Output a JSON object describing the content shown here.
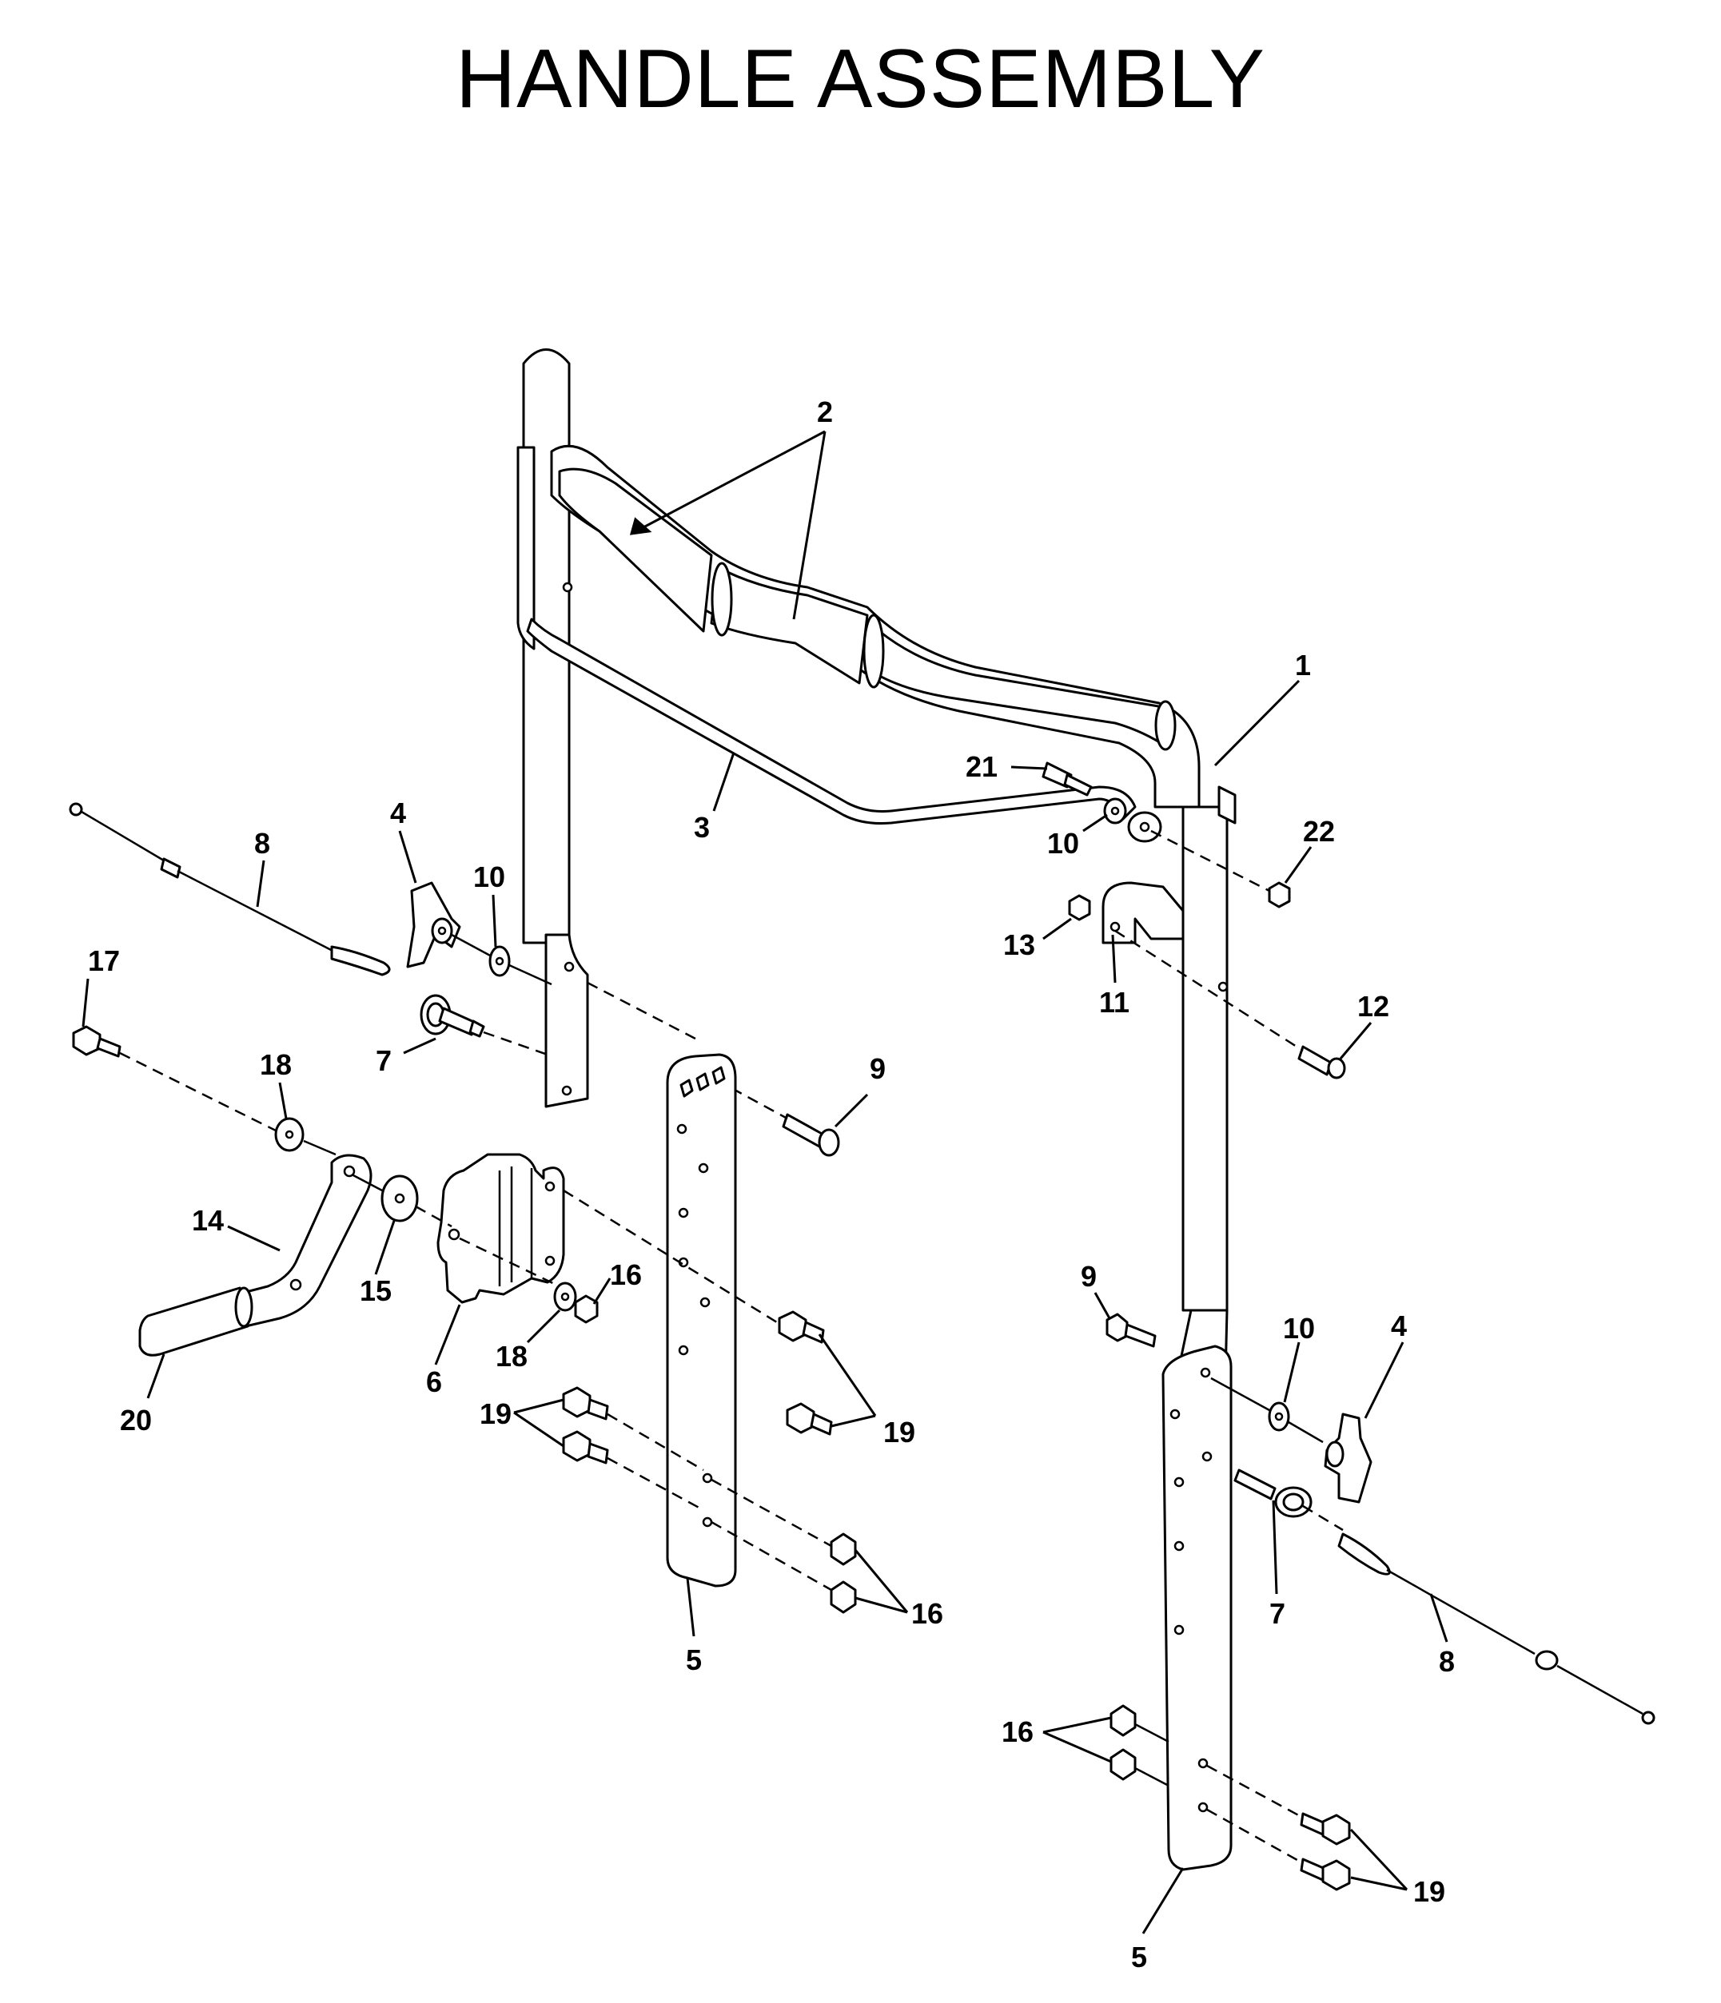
{
  "title": "HANDLE ASSEMBLY",
  "callouts": [
    {
      "id": "c-2",
      "part": "2"
    },
    {
      "id": "c-1",
      "part": "1"
    },
    {
      "id": "c-21",
      "part": "21"
    },
    {
      "id": "c-3",
      "part": "3"
    },
    {
      "id": "c-10a",
      "part": "10"
    },
    {
      "id": "c-22",
      "part": "22"
    },
    {
      "id": "c-8a",
      "part": "8"
    },
    {
      "id": "c-4a",
      "part": "4"
    },
    {
      "id": "c-10b",
      "part": "10"
    },
    {
      "id": "c-13",
      "part": "13"
    },
    {
      "id": "c-11",
      "part": "11"
    },
    {
      "id": "c-12",
      "part": "12"
    },
    {
      "id": "c-17",
      "part": "17"
    },
    {
      "id": "c-7a",
      "part": "7"
    },
    {
      "id": "c-18a",
      "part": "18"
    },
    {
      "id": "c-9a",
      "part": "9"
    },
    {
      "id": "c-14",
      "part": "14"
    },
    {
      "id": "c-15",
      "part": "15"
    },
    {
      "id": "c-16a",
      "part": "16"
    },
    {
      "id": "c-6",
      "part": "6"
    },
    {
      "id": "c-18b",
      "part": "18"
    },
    {
      "id": "c-9b",
      "part": "9"
    },
    {
      "id": "c-10c",
      "part": "10"
    },
    {
      "id": "c-4b",
      "part": "4"
    },
    {
      "id": "c-20",
      "part": "20"
    },
    {
      "id": "c-19a",
      "part": "19"
    },
    {
      "id": "c-19b",
      "part": "19"
    },
    {
      "id": "c-7b",
      "part": "7"
    },
    {
      "id": "c-16b",
      "part": "16"
    },
    {
      "id": "c-5a",
      "part": "5"
    },
    {
      "id": "c-8b",
      "part": "8"
    },
    {
      "id": "c-16c",
      "part": "16"
    },
    {
      "id": "c-19c",
      "part": "19"
    },
    {
      "id": "c-5b",
      "part": "5"
    }
  ]
}
